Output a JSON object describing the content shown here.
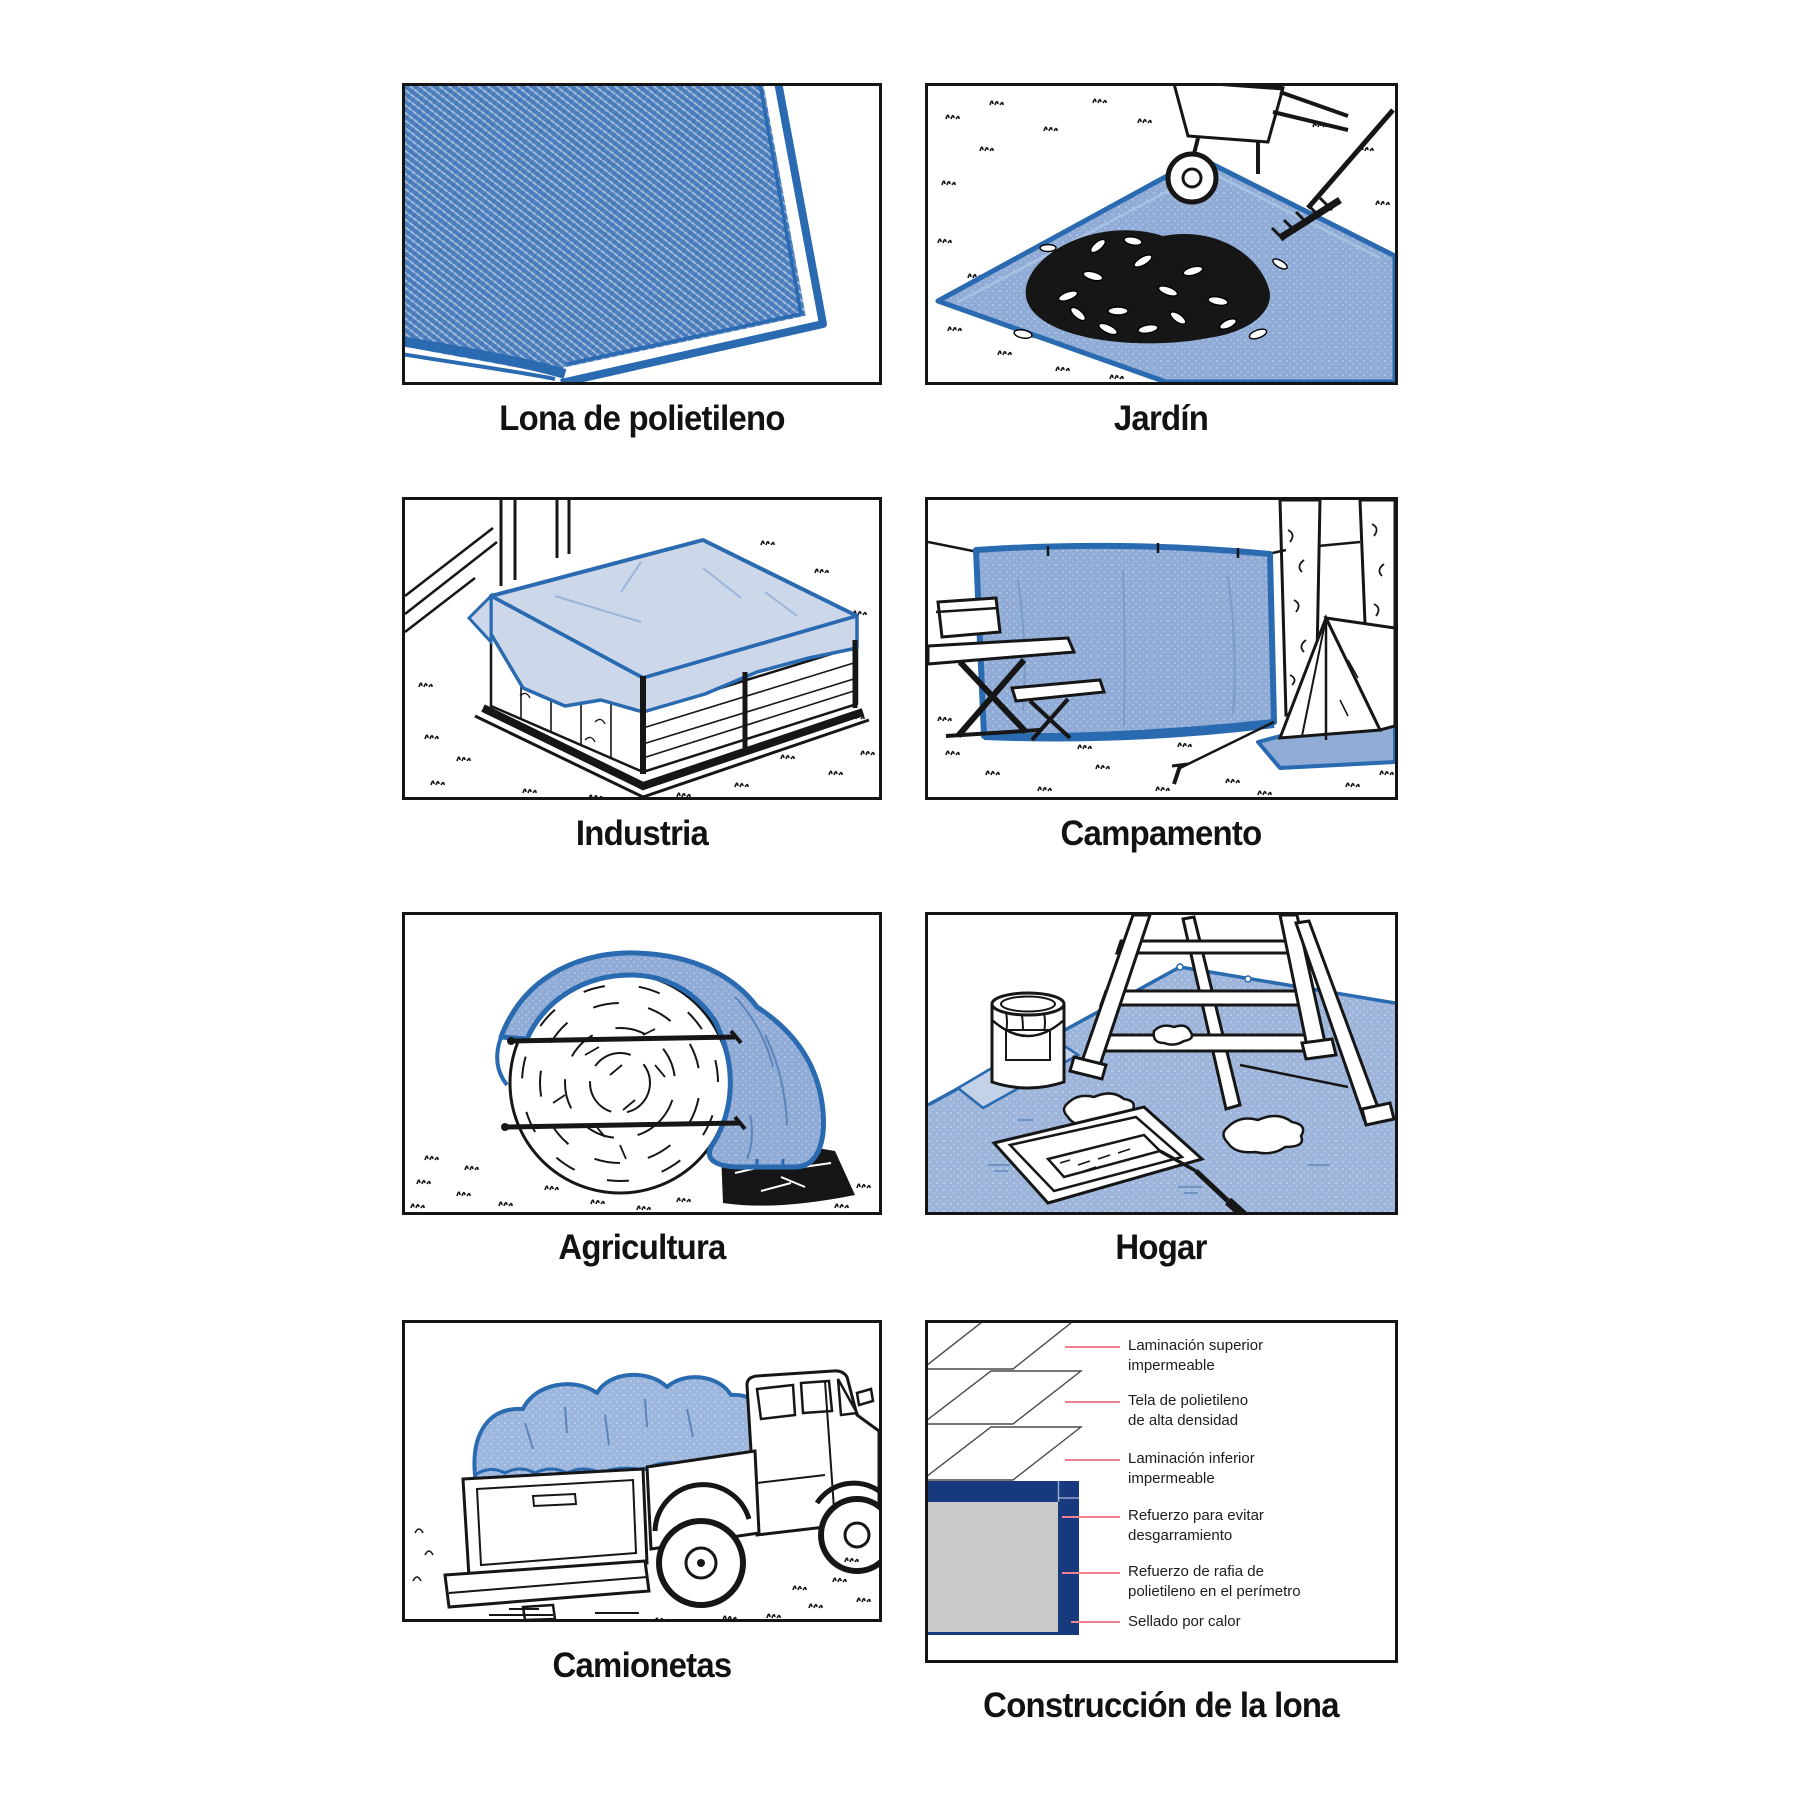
{
  "panels": [
    {
      "id": "lona",
      "caption": "Lona de polietileno",
      "illustration": "woven-tarp-corner"
    },
    {
      "id": "jardin",
      "caption": "Jardín",
      "illustration": "tarp-with-wheelbarrow-rake-leaf-pile"
    },
    {
      "id": "industria",
      "caption": "Industria",
      "illustration": "tarp-covering-lumber-stack"
    },
    {
      "id": "campamento",
      "caption": "Campamento",
      "illustration": "tarp-windbreak-campsite-tent"
    },
    {
      "id": "agricultura",
      "caption": "Agricultura",
      "illustration": "tarp-over-hay-bale"
    },
    {
      "id": "hogar",
      "caption": "Hogar",
      "illustration": "drop-cloth-ladder-paint"
    },
    {
      "id": "camionetas",
      "caption": "Camionetas",
      "illustration": "tarp-over-pickup-bed"
    },
    {
      "id": "construccion",
      "caption": "Construcción de la lona",
      "illustration": "tarp-layer-construction-diagram"
    }
  ],
  "construction_labels": [
    {
      "line1": "Laminación superior",
      "line2": "impermeable"
    },
    {
      "line1": "Tela de polietileno",
      "line2": "de alta densidad"
    },
    {
      "line1": "Laminación inferior",
      "line2": "impermeable"
    },
    {
      "line1": "Refuerzo para evitar",
      "line2": "desgarramiento"
    },
    {
      "line1": "Refuerzo de rafia de",
      "line2": "polietileno en el perímetro"
    },
    {
      "line1": "Sellado por calor",
      "line2": ""
    }
  ],
  "colors": {
    "tarp_blue": "#8fabd6",
    "tarp_outline_blue": "#2a6ab0",
    "tarp_weave_blue": "#4e7fbf",
    "pale_tarp_blue": "#ccd8ea",
    "navy": "#17397d",
    "swatch_gray": "#c9c9c9",
    "callout_pink": "#ef8091",
    "ink_black": "#161616"
  }
}
